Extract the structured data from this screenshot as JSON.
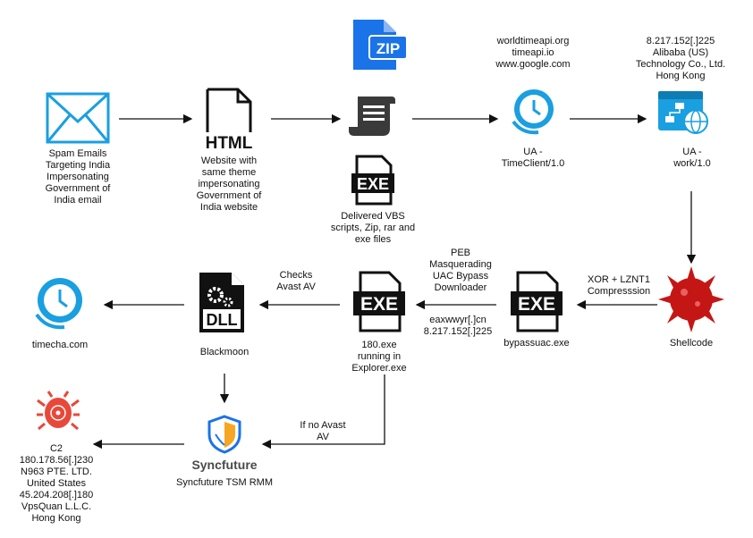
{
  "nodes": {
    "spam": {
      "label": "Spam Emails\nTargeting India\nImpersonating\nGovernment of\nIndia email",
      "icon": "envelope-icon"
    },
    "website": {
      "icon_text": "HTML",
      "label": "Website with\nsame theme\nimpersonating\nGovernment of\nIndia website",
      "icon": "html-file-icon"
    },
    "delivered": {
      "zip_text": "ZIP",
      "exe_text": "EXE",
      "label": "Delivered VBS\nscripts, Zip, rar and\nexe files",
      "icon": "script-scroll-icon"
    },
    "timeclient": {
      "hosts": "worldtimeapi.org\ntimeapi.io\nwww.google.com",
      "label": "UA -\nTimeClient/1.0",
      "icon": "clock-icon"
    },
    "work": {
      "hosts": "8.217.152[.]225\nAlibaba (US)\nTechnology Co., Ltd.\nHong Kong",
      "label": "UA -\nwork/1.0",
      "icon": "web-server-icon"
    },
    "shellcode": {
      "label": "Shellcode",
      "icon": "virus-icon"
    },
    "bypassuac": {
      "icon_text": "EXE",
      "label": "bypassuac.exe",
      "icon": "exe-file-icon"
    },
    "explorer": {
      "icon_text": "EXE",
      "label": "180.exe\nrunning in\nExplorer.exe",
      "icon": "exe-file-icon"
    },
    "blackmoon": {
      "icon_text": "DLL",
      "label": "Blackmoon",
      "icon": "dll-file-icon"
    },
    "timecha": {
      "label": "timecha.com",
      "icon": "clock-icon"
    },
    "syncfuture": {
      "brand": "Syncfuture",
      "label": "Syncfuture TSM RMM",
      "icon": "shield-logo-icon"
    },
    "c2": {
      "label": "C2\n180.178.56[.]230\nN963 PTE. LTD.\nUnited States\n45.204.208[.]180\nVpsQuan L.L.C.\nHong Kong",
      "icon": "bug-icon"
    }
  },
  "edges": {
    "xor": "XOR + LZNT1\nCompresssion",
    "peb": "PEB\nMasquerading\nUAC Bypass\nDownloader",
    "c2hosts": "eaxwwyr[.]cn\n8.217.152[.]225",
    "checks": "Checks\nAvast AV",
    "noavast": "If no Avast\nAV"
  },
  "colors": {
    "blue": "#1a9fe0",
    "zipblue": "#1a73e8",
    "red": "#d81b1b",
    "bugred": "#e8483a",
    "black": "#111111"
  }
}
